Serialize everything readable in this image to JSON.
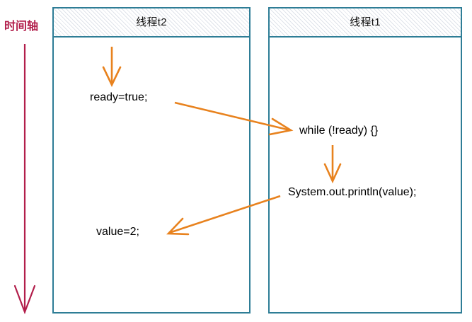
{
  "diagram": {
    "title_text_color": "#B21E4B",
    "lane_border_color": "#2E7D96",
    "arrow_color": "#E8821E",
    "timeline_color": "#B21E4B",
    "background": "#FFFFFF"
  },
  "timeline": {
    "label": "时间轴",
    "icon": "down-arrow-icon"
  },
  "lanes": [
    {
      "id": "t2",
      "header": "线程t2",
      "statements": [
        {
          "id": "ready-assign",
          "text": "ready=true;"
        },
        {
          "id": "value-assign",
          "text": "value=2;"
        }
      ]
    },
    {
      "id": "t1",
      "header": "线程t1",
      "statements": [
        {
          "id": "spin-wait",
          "text": "while (!ready) {}"
        },
        {
          "id": "print-value",
          "text": "System.out.println(value);"
        }
      ]
    }
  ],
  "arrows": [
    {
      "id": "arrow-into-ready",
      "from": "thread-t2-top",
      "to": "ready=true;",
      "kind": "vertical-down"
    },
    {
      "id": "arrow-ready-to-while",
      "from": "ready=true;",
      "to": "while (!ready) {}",
      "kind": "diagonal-right"
    },
    {
      "id": "arrow-while-to-println",
      "from": "while (!ready) {}",
      "to": "System.out.println(value);",
      "kind": "vertical-down"
    },
    {
      "id": "arrow-println-to-value",
      "from": "System.out.println(value);",
      "to": "value=2;",
      "kind": "diagonal-left"
    }
  ]
}
